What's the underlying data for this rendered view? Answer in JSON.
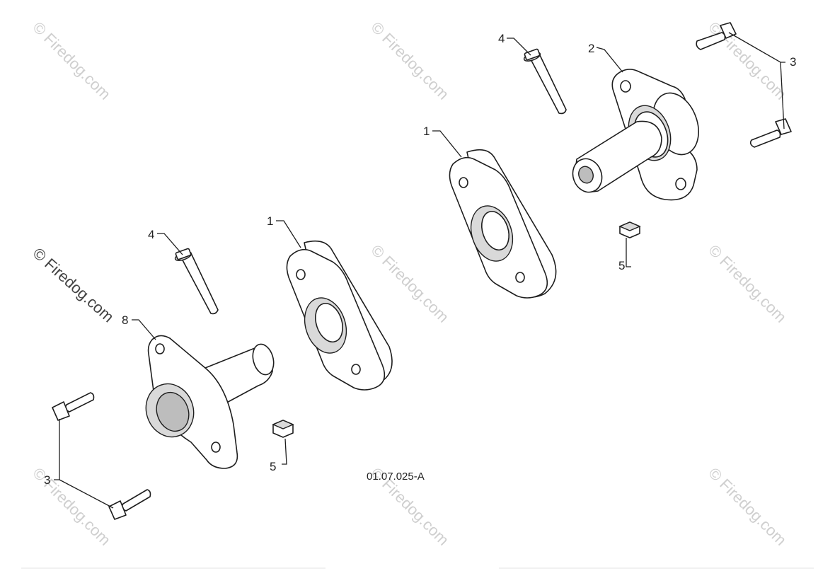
{
  "diagram": {
    "code": "01.07.025-A",
    "callouts": {
      "spacer_left": "1",
      "spacer_right": "1",
      "housing_right": "2",
      "bolts_left": "3",
      "bolts_right": "3",
      "screw_left": "4",
      "screw_right": "4",
      "nut_left": "5",
      "nut_right": "5",
      "housing_left": "8"
    }
  },
  "watermark": {
    "text": "© Firedog.com"
  }
}
